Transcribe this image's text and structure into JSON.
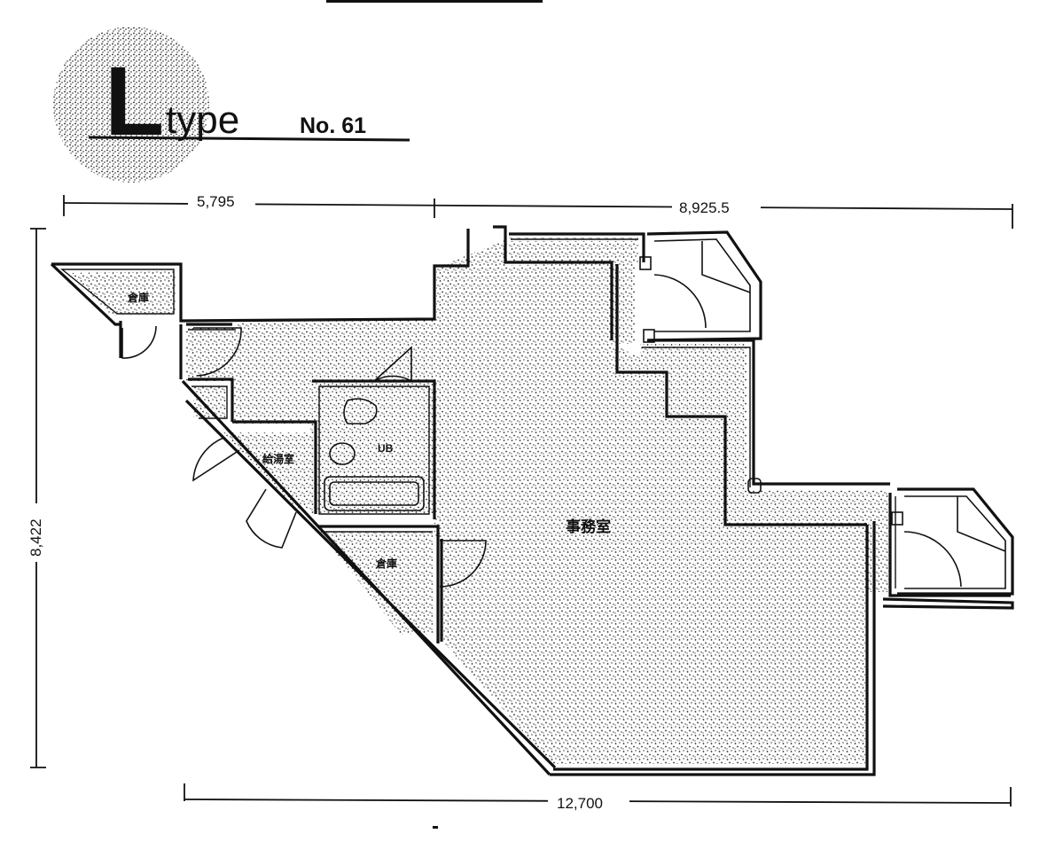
{
  "header": {
    "type_letter": "L",
    "type_word": "type",
    "unit_no": "No. 61"
  },
  "dimensions": {
    "top_left": "5,795",
    "top_right": "8,925.5",
    "left_height": "8,422",
    "bottom_width": "12,700"
  },
  "rooms": {
    "main_office": "事務室",
    "washroom": "UB",
    "top_small": "倉庫",
    "storage_mid": "給湯室",
    "storage_low": "倉庫"
  },
  "colors": {
    "ink": "#111111",
    "stipple_dot": "#2a2a2a",
    "paper": "#ffffff"
  }
}
